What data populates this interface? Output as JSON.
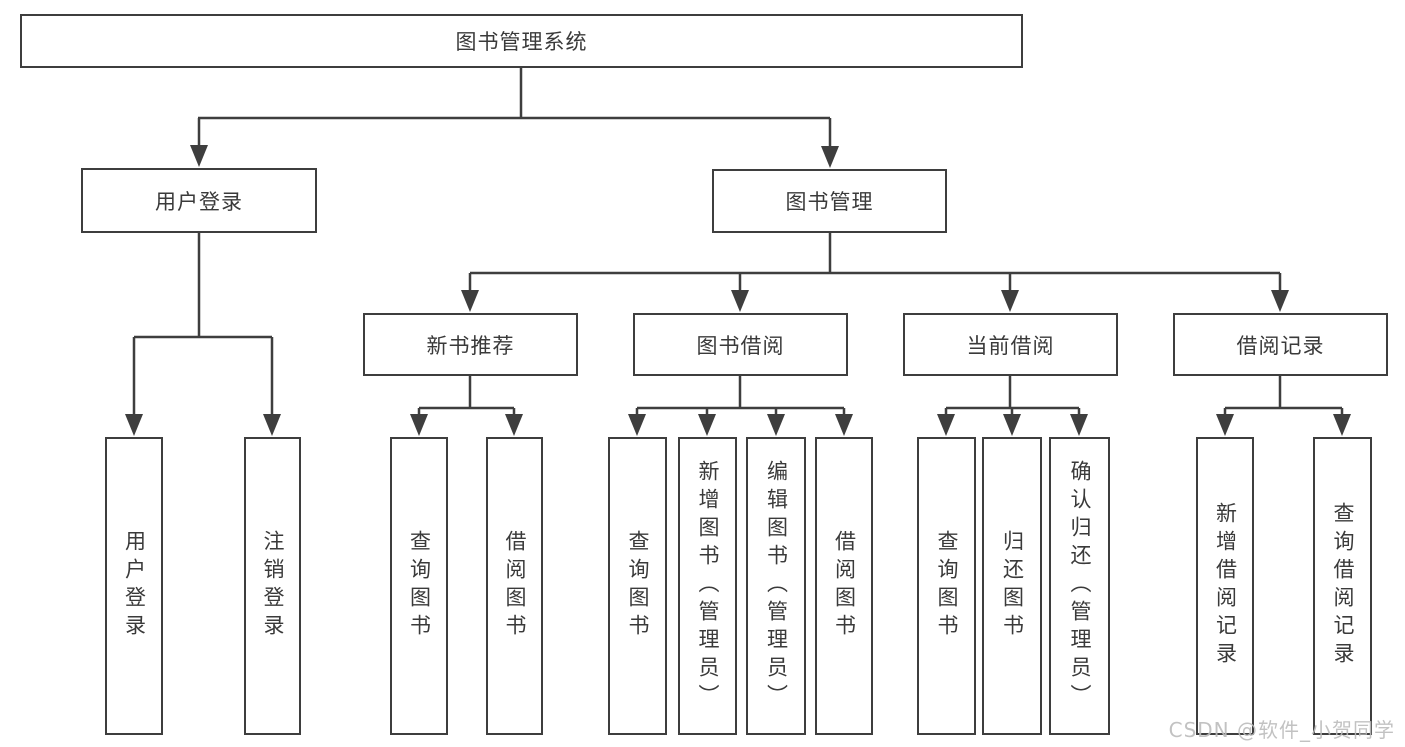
{
  "tree": {
    "label": "图书管理系统",
    "children": [
      {
        "label": "用户登录",
        "children": [
          {
            "label": "用户登录"
          },
          {
            "label": "注销登录"
          }
        ]
      },
      {
        "label": "图书管理",
        "children": [
          {
            "label": "新书推荐",
            "children": [
              {
                "label": "查询图书"
              },
              {
                "label": "借阅图书"
              }
            ]
          },
          {
            "label": "图书借阅",
            "children": [
              {
                "label": "查询图书"
              },
              {
                "label": "新增图书（管理员）"
              },
              {
                "label": "编辑图书（管理员）"
              },
              {
                "label": "借阅图书"
              }
            ]
          },
          {
            "label": "当前借阅",
            "children": [
              {
                "label": "查询图书"
              },
              {
                "label": "归还图书"
              },
              {
                "label": "确认归还（管理员）"
              }
            ]
          },
          {
            "label": "借阅记录",
            "children": [
              {
                "label": "新增借阅记录"
              },
              {
                "label": "查询借阅记录"
              }
            ]
          }
        ]
      }
    ]
  },
  "colors": {
    "line": "#3e3e3e",
    "text": "#3a3a3a",
    "background": "#ffffff",
    "watermark": "#bcbcbc"
  },
  "watermark": "CSDN @软件_小贺同学"
}
